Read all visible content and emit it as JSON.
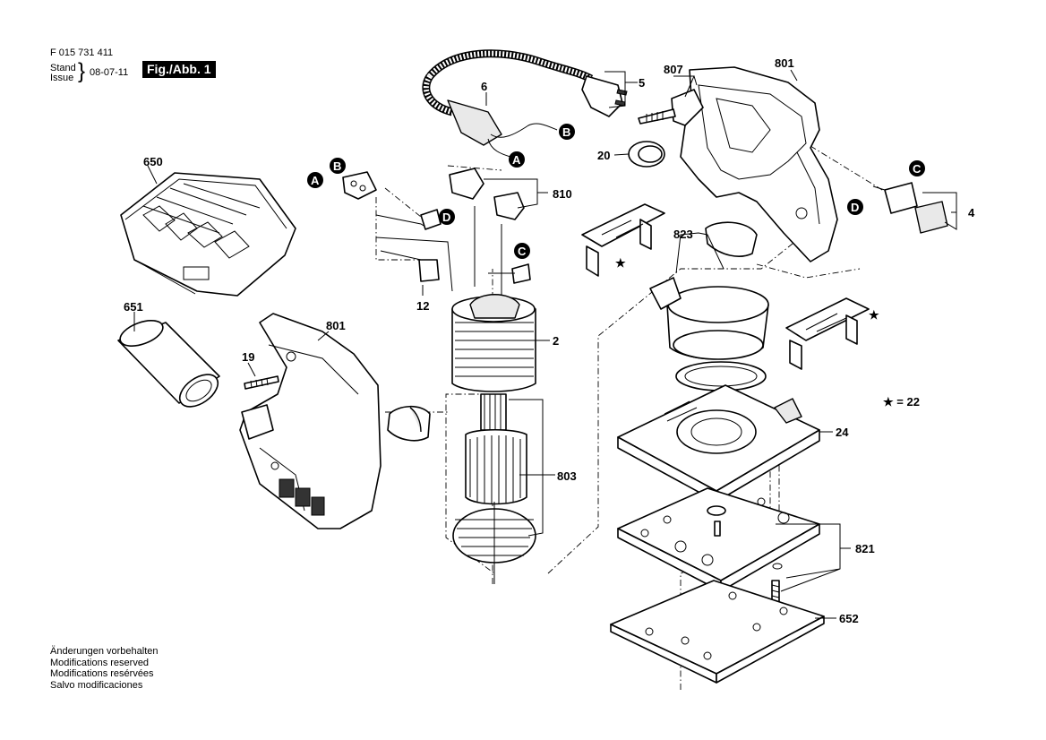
{
  "header": {
    "doc_number": "F 015 731 411",
    "stand_label": "Stand",
    "issue_label": "Issue",
    "date": "08-07-11",
    "figure_label": "Fig./Abb. 1"
  },
  "notes": [
    "Änderungen vorbehalten",
    "Modifications reserved",
    "Modifications resérvées",
    "Salvo modificaciones"
  ],
  "part_numbers": {
    "p6": "6",
    "p5": "5",
    "p807": "807",
    "p801_top": "801",
    "p20": "20",
    "p650": "650",
    "p810": "810",
    "p4": "4",
    "p823": "823",
    "p12": "12",
    "p651": "651",
    "p801_left": "801",
    "p2": "2",
    "p19": "19",
    "p22": "★ = 22",
    "p24": "24",
    "p803": "803",
    "p821": "821",
    "p652": "652"
  },
  "connector_markers": {
    "a": "A",
    "b": "B",
    "c": "C",
    "d": "D"
  },
  "star_symbol": "★"
}
